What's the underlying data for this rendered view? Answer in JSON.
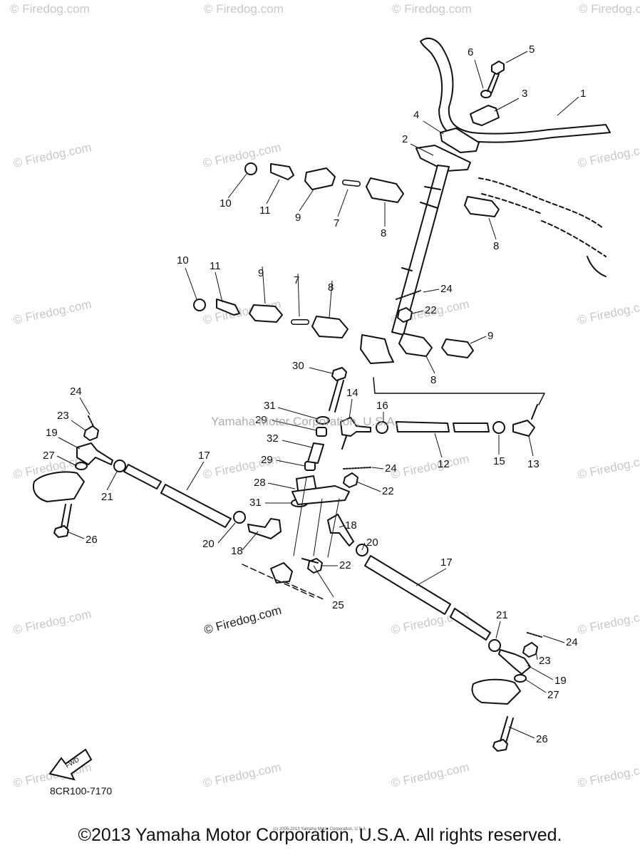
{
  "watermark": "© Firedog.com",
  "watermark_dark": "© Firedog.com",
  "overlay_watermark": "Yamaha Motor Corporation, U.S.A.",
  "diagram_code": "8CR100-7170",
  "fwd_label": "FWD",
  "copyright": "©2013 Yamaha Motor Corporation, U.S.A. All rights reserved.",
  "tiny_copyright": "(c) 2005-2013 Yamaha Motor Corporation, U.S.A.",
  "labels": {
    "l1": "1",
    "l2": "2",
    "l3": "3",
    "l4": "4",
    "l5": "5",
    "l6": "6",
    "l7a": "7",
    "l7b": "7",
    "l8a": "8",
    "l8b": "8",
    "l8c": "8",
    "l8d": "8",
    "l9a": "9",
    "l9b": "9",
    "l9c": "9",
    "l10a": "10",
    "l10b": "10",
    "l11a": "11",
    "l11b": "11",
    "l12": "12",
    "l13": "13",
    "l14": "14",
    "l15": "15",
    "l16": "16",
    "l17a": "17",
    "l17b": "17",
    "l18a": "18",
    "l18b": "18",
    "l19a": "19",
    "l19b": "19",
    "l20a": "20",
    "l20b": "20",
    "l21a": "21",
    "l21b": "21",
    "l22a": "22",
    "l22b": "22",
    "l22c": "22",
    "l23a": "23",
    "l23b": "23",
    "l24a": "24",
    "l24b": "24",
    "l24c": "24",
    "l25": "25",
    "l26a": "26",
    "l26b": "26",
    "l27a": "27",
    "l27b": "27",
    "l28": "28",
    "l29a": "29",
    "l29b": "29",
    "l30": "30",
    "l31a": "31",
    "l31b": "31",
    "l32": "32"
  }
}
